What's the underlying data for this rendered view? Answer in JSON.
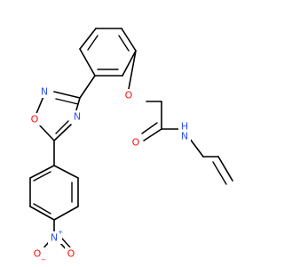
{
  "colors": {
    "bond": "#000000",
    "oxygen": "#ff0d0d",
    "nitrogen": "#3050f8",
    "background": "#ffffff"
  },
  "atoms": {
    "oxadiazole_o": "O",
    "oxadiazole_n_top": "N",
    "oxadiazole_n_right": "N",
    "ether_o": "O",
    "carbonyl_o": "O",
    "amide_n": "N",
    "amide_h": "H",
    "nitro_n": "N",
    "nitro_n_charge": "+",
    "nitro_o_left": "O",
    "nitro_o_left_charge": "−",
    "nitro_o_right": "O"
  }
}
